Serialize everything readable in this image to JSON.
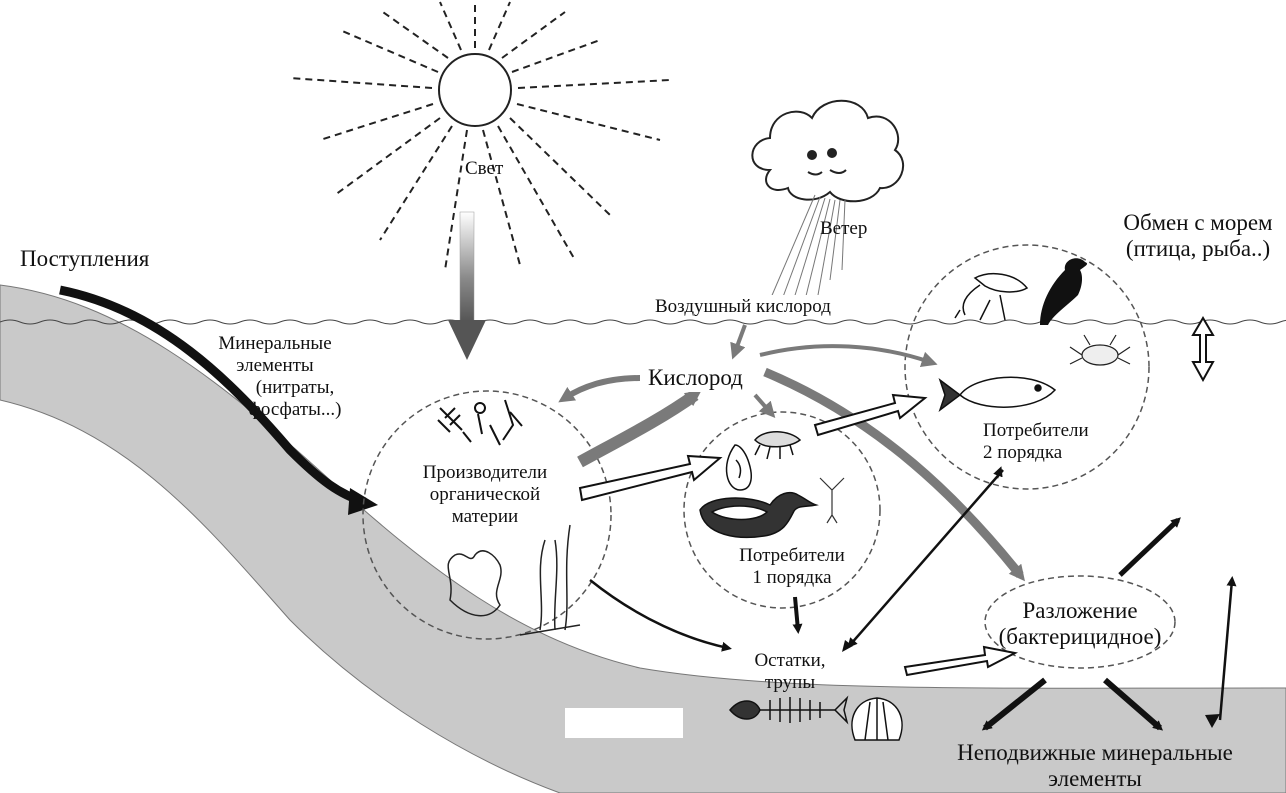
{
  "labels": {
    "light": "Свет",
    "wind": "Ветер",
    "inputs": "Поступления",
    "exchange_line1": "Обмен с морем",
    "exchange_line2": "(птица, рыба..)",
    "air_oxygen": "Воздушный кислород",
    "oxygen": "Кислород",
    "minerals_line1": "Минеральные",
    "minerals_line2": "элементы",
    "minerals_line3": "(нитраты,",
    "minerals_line4": "фосфаты...)",
    "producers_line1": "Производители",
    "producers_line2": "органической",
    "producers_line3": "материи",
    "consumers1_line1": "Потребители",
    "consumers1_line2": "1 порядка",
    "consumers2_line1": "Потребители",
    "consumers2_line2": "2 порядка",
    "decomposition_line1": "Разложение",
    "decomposition_line2": "(бактерицидное)",
    "remains_line1": "Остатки,",
    "remains_line2": "трупы",
    "fixed_minerals_line1": "Неподвижные минеральные",
    "fixed_minerals_line2": "элементы"
  },
  "colors": {
    "ink": "#111111",
    "sediment": "#c9c9c9",
    "bottom": "#a9a9a9",
    "gray_arrow": "#7a7a7a"
  },
  "icons": [
    "sun-icon",
    "cloud-face-icon",
    "algae-icon",
    "seaweed-icon",
    "snail-icon",
    "shrimp-icon",
    "duck-icon",
    "plankton-icon",
    "flamingo-icon",
    "cormorant-icon",
    "crab-icon",
    "fish-icon",
    "fish-skeleton-icon",
    "shell-icon"
  ]
}
